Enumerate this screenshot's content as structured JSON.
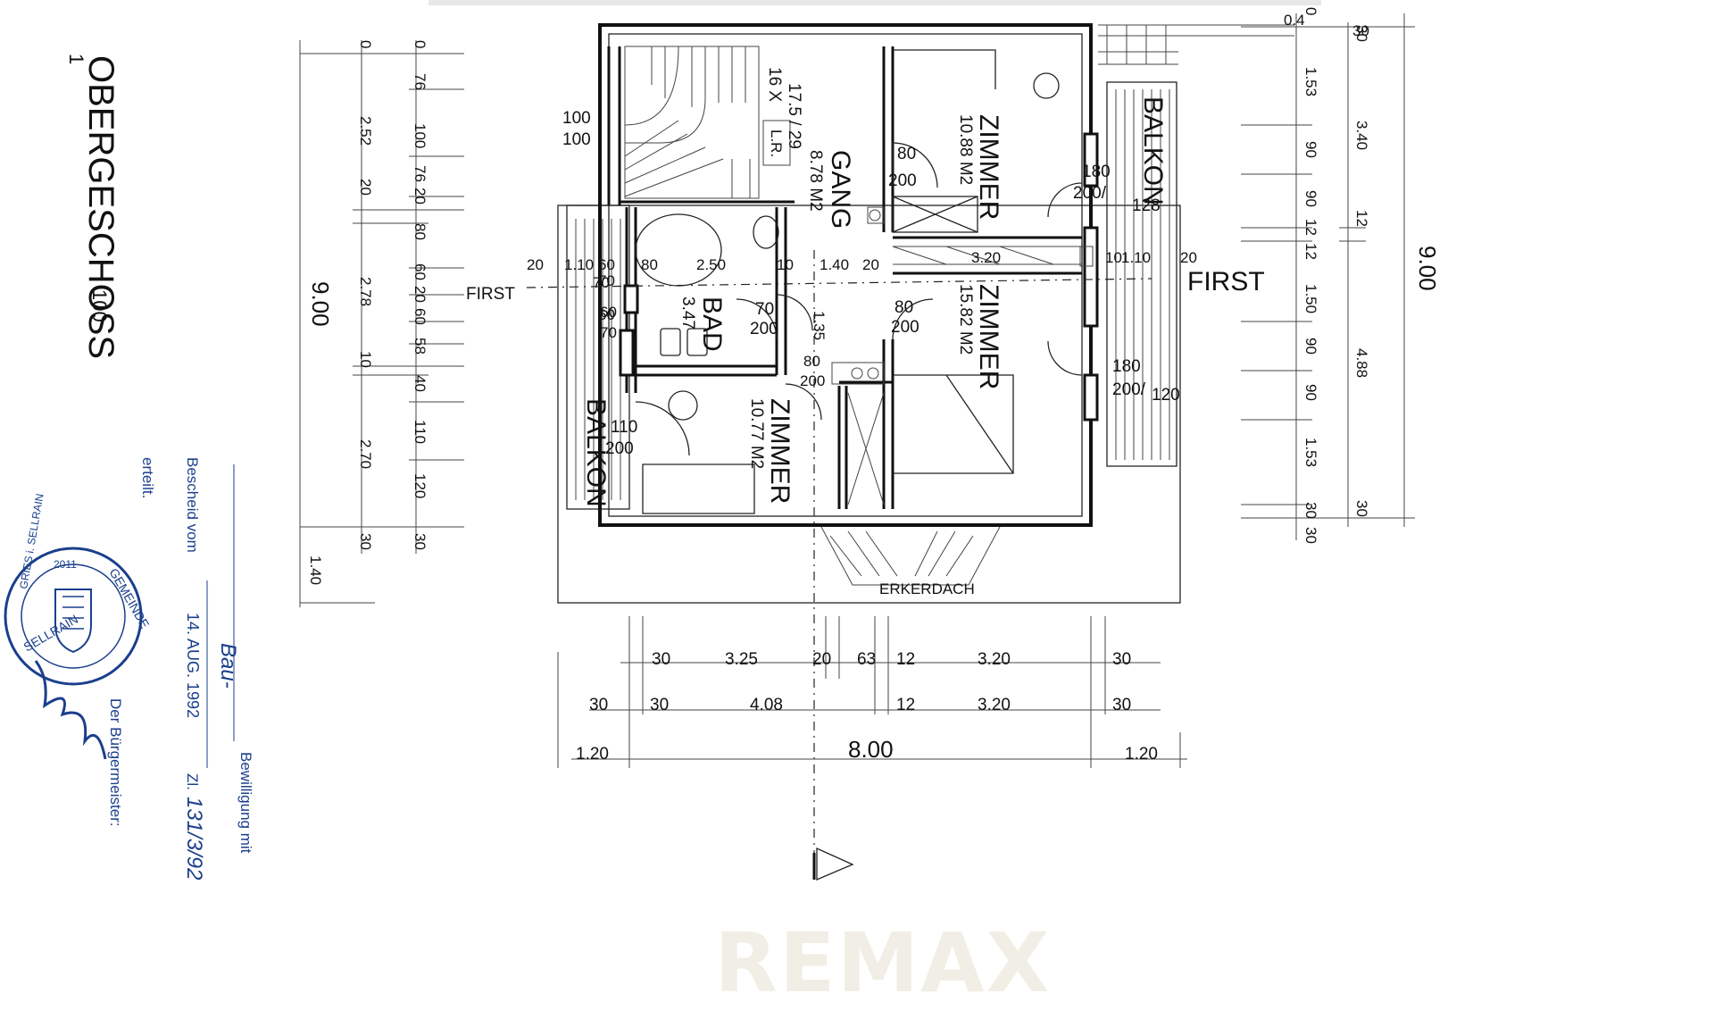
{
  "plan": {
    "title": "OBERGESCHOSS",
    "scale_prefix": "1",
    "scale": "100",
    "rooms": {
      "gang_name": "GANG",
      "gang_area": "8.78 M2",
      "zimmer_a_name": "ZIMMER",
      "zimmer_a_area": "10.88 M2",
      "zimmer_b_name": "ZIMMER",
      "zimmer_b_area": "15.82 M2",
      "zimmer_c_name": "ZIMMER",
      "zimmer_c_area": "10.77 M2",
      "bad_name": "BAD",
      "bad_area": "3.47",
      "balkon_left": "BALKON",
      "balkon_right": "BALKON"
    },
    "stair": {
      "steps": "16 X",
      "rise": "17.5 / 29",
      "lr": "L.R."
    },
    "ridge_left": "FIRST",
    "ridge_right": "FIRST",
    "erkerdach": "ERKERDACH",
    "door_labels": [
      "100",
      "100",
      "80",
      "200",
      "180",
      "200/",
      "128",
      "70",
      "60",
      "70",
      "70",
      "200",
      "80",
      "200",
      "80",
      "200",
      "180",
      "200/",
      "120",
      "110",
      "200"
    ],
    "inner_labels": [
      "20",
      "1.10",
      "60",
      "80",
      "2.50",
      "10",
      "1.40",
      "20",
      "3.20",
      "10",
      "1.10",
      "20",
      "1.35",
      "70",
      "60"
    ],
    "top_small": [
      "0.4",
      "30"
    ],
    "dim_left_outer": [
      "0",
      "2.52",
      "20",
      "2.78",
      "10",
      "2.70",
      "30"
    ],
    "dim_left_inner": [
      "0",
      "76",
      "100",
      "76",
      "20",
      "80",
      "60",
      "20",
      "60",
      "58",
      "40",
      "110",
      "120",
      "30"
    ],
    "dim_left_total": "9.00",
    "dim_left_extra": "1.40",
    "dim_right_inner": [
      "0",
      "1.53",
      "90",
      "90",
      "12",
      "12",
      "1.50",
      "90",
      "90",
      "1.53",
      "30",
      "30"
    ],
    "dim_right_outer": [
      "30",
      "3.40",
      "12",
      "4.88",
      "30"
    ],
    "dim_right_total": "9.00",
    "dim_bottom_row1": [
      "30",
      "3.25",
      "20",
      "63",
      "12",
      "3.20",
      "30"
    ],
    "dim_bottom_row2": [
      "30",
      "30",
      "4.08",
      "12",
      "3.20",
      "30"
    ],
    "dim_bottom_row3": [
      "1.20",
      "8.00",
      "1.20"
    ],
    "approval": {
      "line1": "Bewilligung mit",
      "line2_prefix": "Bescheid vom",
      "date": "14. AUG. 1992",
      "type": "Bau-",
      "zl_prefix": "Zl.",
      "zl": "131/3/92",
      "line3": "erteilt.",
      "mayor": "Der Bürgermeister:",
      "stamp_top": "GEMEINDE",
      "stamp_bottom": "SELLRAIN",
      "stamp_side": "GRIES i. SELLRAIN",
      "stamp_code": "2011"
    },
    "watermark": "REMAX"
  }
}
